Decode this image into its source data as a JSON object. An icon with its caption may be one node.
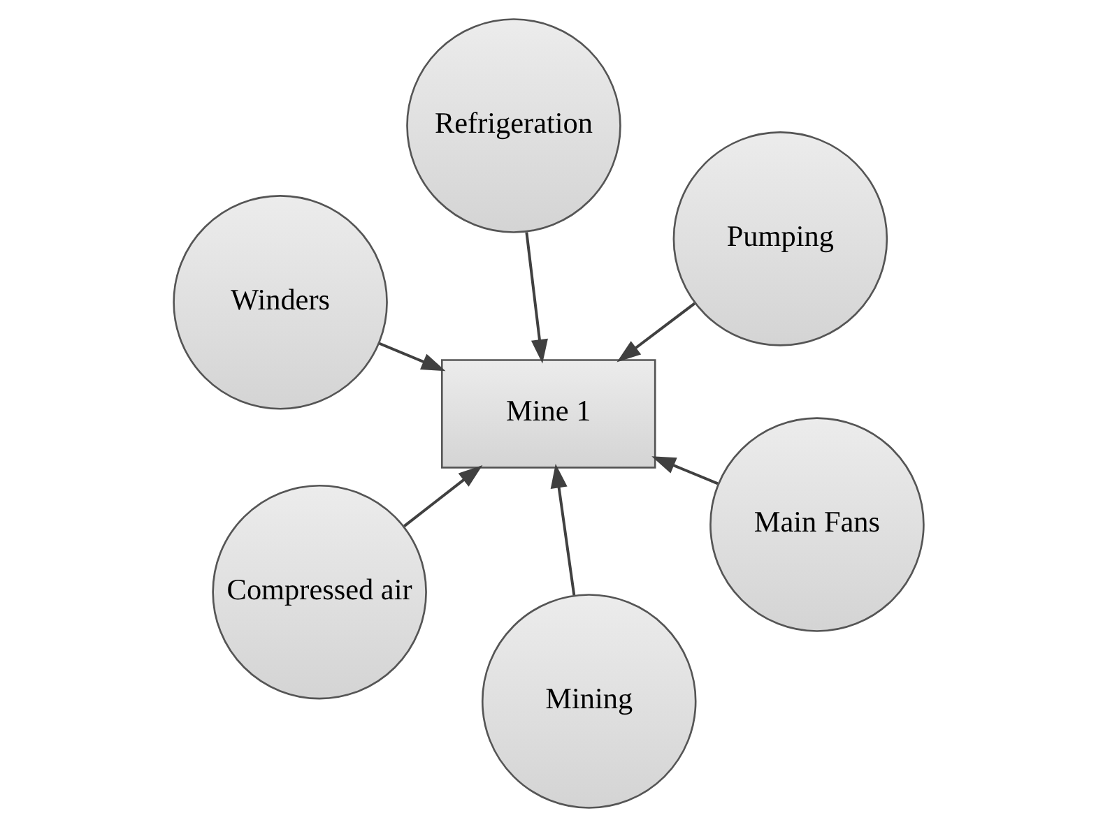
{
  "diagram": {
    "nodes": [
      {
        "text": [
          "Winders"
        ]
      },
      {
        "text": [
          "Main Fans"
        ]
      },
      {
        "text": [
          "Mining"
        ]
      },
      {
        "text": [
          "Mine 1"
        ]
      },
      {
        "text": [
          "Pumping"
        ]
      },
      {
        "text": [
          "Refrigeration"
        ]
      },
      {
        "text": [
          "Compressed air"
        ]
      }
    ],
    "edges": [
      {
        "from": 0,
        "to": 3,
        "arrow": "to"
      },
      {
        "from": 1,
        "to": 3,
        "arrow": "to"
      },
      {
        "from": 2,
        "to": 3,
        "arrow": "to"
      },
      {
        "from": 4,
        "to": 3,
        "arrow": "to"
      },
      {
        "from": 5,
        "to": 3,
        "arrow": "to"
      },
      {
        "from": 6,
        "to": 3,
        "arrow": "to"
      }
    ]
  }
}
